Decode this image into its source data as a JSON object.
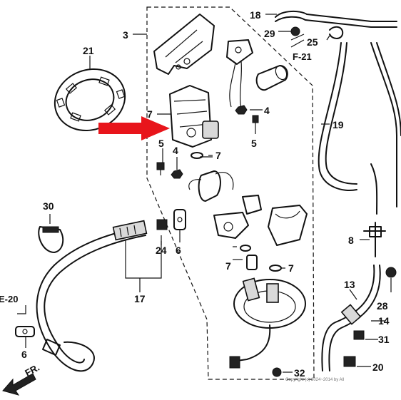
{
  "accent_color": "#e8151b",
  "callouts": {
    "c3": "3",
    "c5a": "5",
    "c5b": "5",
    "c7a": "7",
    "c7b": "7",
    "c7c": "7",
    "c7d": "7",
    "c4a": "4",
    "c4b": "4",
    "c6a": "6",
    "c6b": "6",
    "c8": "8",
    "c13": "13",
    "c14": "14",
    "c17": "17",
    "c18": "18",
    "c19": "19",
    "c20": "20",
    "c21": "21",
    "c24": "24",
    "c25": "25",
    "c28": "28",
    "c29": "29",
    "c30": "30",
    "c31": "31",
    "c32": "32"
  },
  "refs": {
    "f21": "F-21",
    "e20": "E-20",
    "fr": "FR."
  },
  "copyright": "Copyright (c) 2024~2014 by All"
}
